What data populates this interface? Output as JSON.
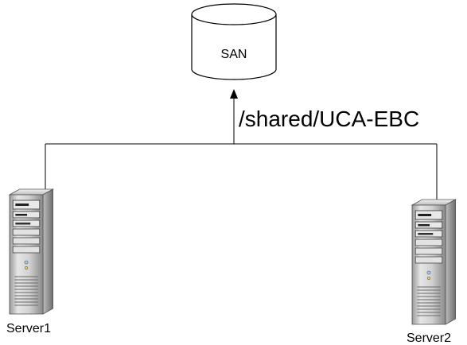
{
  "storage": {
    "label": "SAN"
  },
  "share": {
    "path": "/shared/UCA-EBC"
  },
  "servers": [
    {
      "label": "Server1"
    },
    {
      "label": "Server2"
    }
  ]
}
